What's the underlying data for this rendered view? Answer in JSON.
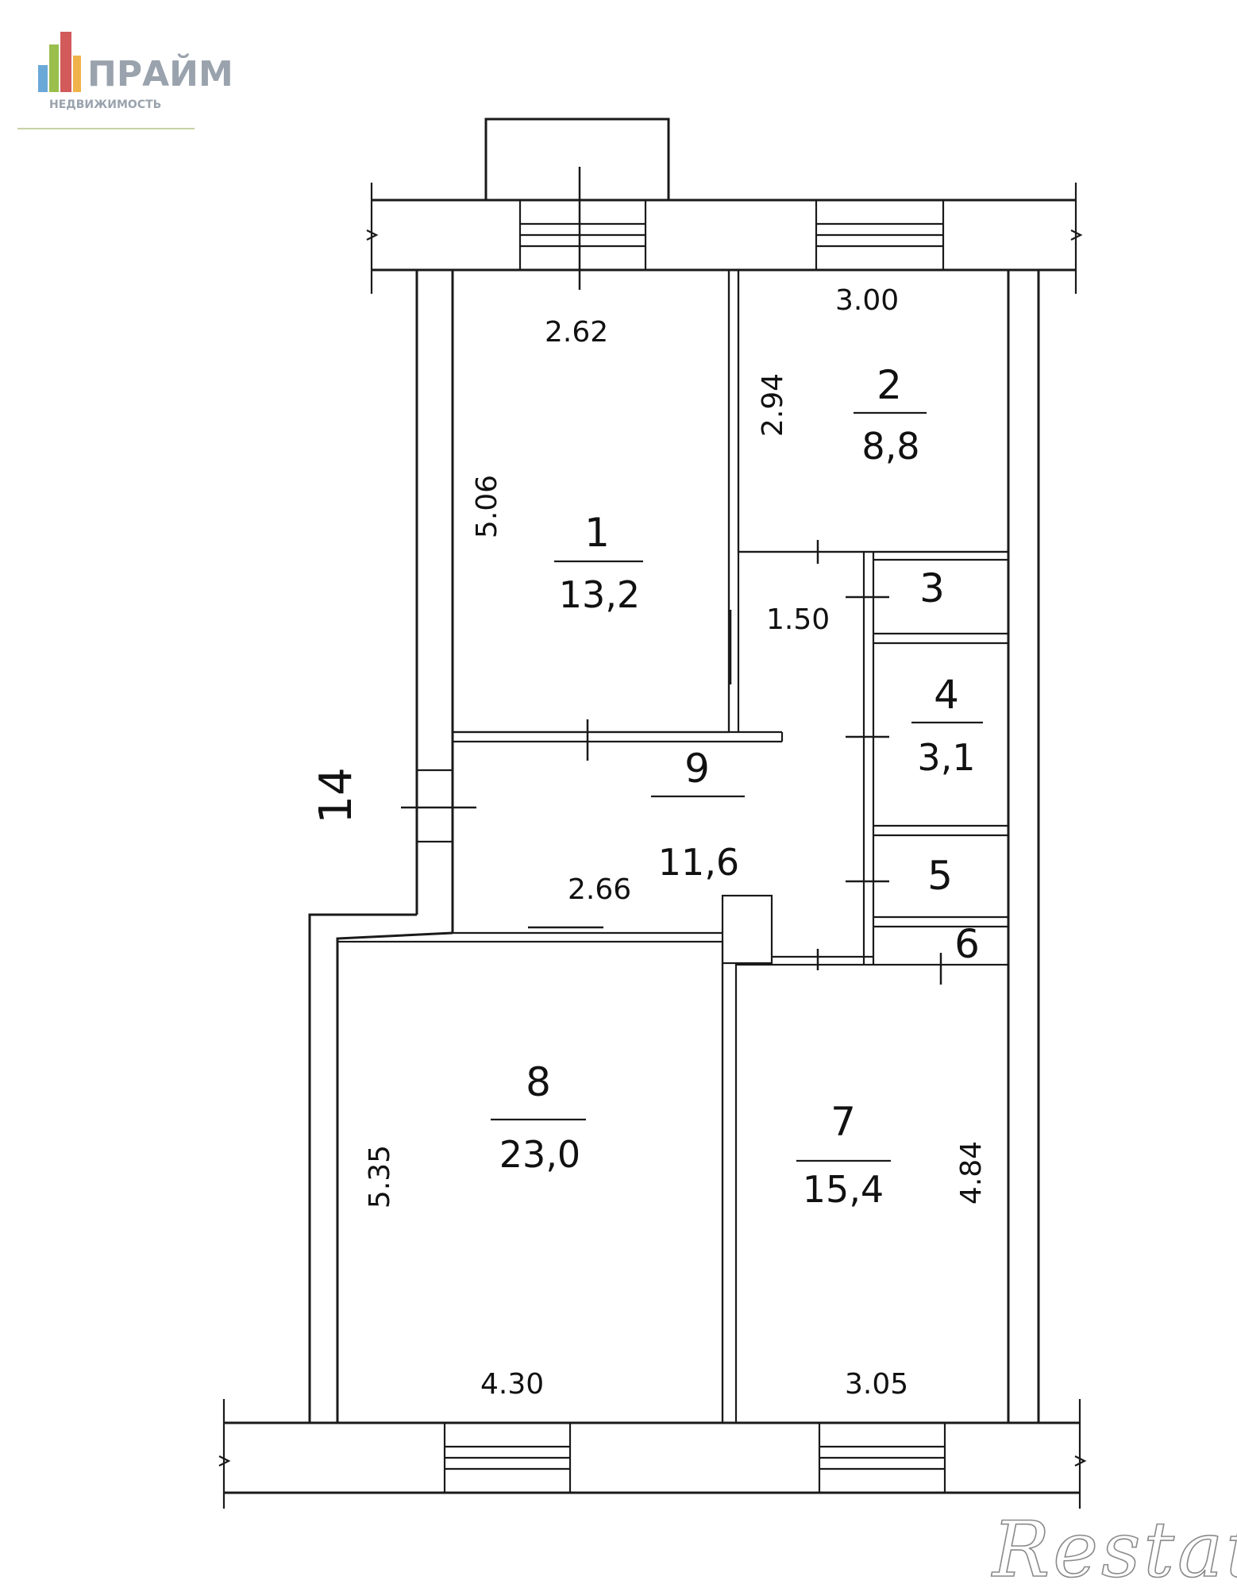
{
  "logo": {
    "name": "ПРАЙМ",
    "sub": "НЕДВИЖИМОСТЬ"
  },
  "watermark": "Restate",
  "rooms": [
    {
      "id": "room-1",
      "number": "1",
      "area": "13,2"
    },
    {
      "id": "room-2",
      "number": "2",
      "area": "8,8"
    },
    {
      "id": "room-3",
      "number": "3"
    },
    {
      "id": "room-4",
      "number": "4",
      "area": "3,1"
    },
    {
      "id": "room-5",
      "number": "5"
    },
    {
      "id": "room-6",
      "number": "6"
    },
    {
      "id": "room-7",
      "number": "7",
      "area": "15,4"
    },
    {
      "id": "room-8",
      "number": "8",
      "area": "23,0"
    },
    {
      "id": "room-9",
      "number": "9",
      "area": "11,6"
    },
    {
      "id": "room-14",
      "number": "14"
    }
  ],
  "dimensions": {
    "room1_width": "2.62",
    "room1_length": "5.06",
    "room2_width": "3.00",
    "room2_length": "2.94",
    "hall_width": "1.50",
    "room9_width": "2.66",
    "room8_width": "4.30",
    "room8_length": "5.35",
    "room7_width": "3.05",
    "room7_length": "4.84"
  }
}
